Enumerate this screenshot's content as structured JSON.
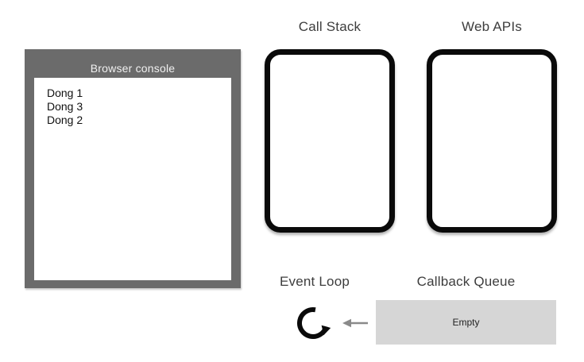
{
  "console": {
    "title": "Browser console",
    "lines": [
      "Dong 1",
      "Dong 3",
      "Dong 2"
    ]
  },
  "call_stack": {
    "label": "Call Stack"
  },
  "web_apis": {
    "label": "Web APIs"
  },
  "event_loop": {
    "label": "Event Loop"
  },
  "callback_queue": {
    "label": "Callback Queue",
    "status": "Empty"
  },
  "icons": {
    "event_loop": "circular-loop-arrow",
    "queue_to_loop": "left-arrow"
  },
  "colors": {
    "console_frame": "#6b6b6b",
    "console_title_text": "#f0f0f0",
    "console_text": "#111111",
    "box_border": "#0a0a0a",
    "box_fill": "#ffffff",
    "label_text": "#3d3d3d",
    "queue_fill": "#d6d6d6",
    "queue_text": "#222222",
    "loop_icon": "#0a0a0a",
    "flow_arrow": "#8a8a8a",
    "background": "#ffffff"
  }
}
